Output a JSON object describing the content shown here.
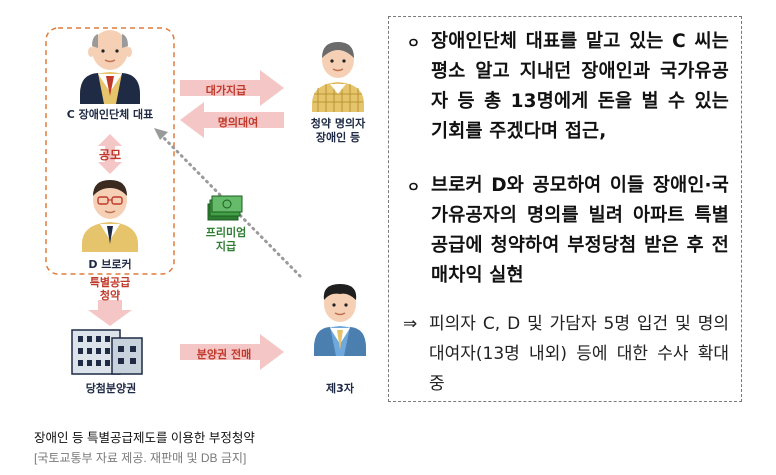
{
  "diagram": {
    "nodes": {
      "c_label": "C 장애인단체 대표",
      "d_label": "D 브로커",
      "holders_line1": "청약 명의자",
      "holders_line2": "장애인 등",
      "third_label": "제3자",
      "apartment_label": "당첨분양권"
    },
    "arrows": {
      "payment": "대가지급",
      "lend_name": "명의대여",
      "collusion": "공모",
      "special_line1": "특별공급",
      "special_line2": "청약",
      "resale": "분양권 전매",
      "premium_line1": "프리미엄",
      "premium_line2": "지급"
    },
    "colors": {
      "pink_arrow": "#f5c6c6",
      "dashed_box": "#e07a3a",
      "navy": "#1f2a44",
      "red_text": "#c0392b",
      "money_green": "#2e7d32"
    }
  },
  "panel": {
    "paragraph1": "장애인단체 대표를 맡고 있는 C 씨는 평소 알고 지내던 장애인과 국가유공자 등 총 13명에게 돈을 벌 수 있는 기회를 주겠다며 접근,",
    "paragraph2": "브로커 D와 공모하여 이들 장애인·국가유공자의 명의를 빌려 아파트 특별공급에 청약하여 부정당첨 받은 후 전매차익 실현",
    "bullet": "ㅇ",
    "arrow_symbol": "⇒",
    "note": "피의자 C, D 및 가담자 5명 입건 및 명의대여자(13명 내외) 등에 대한 수사 확대 중"
  },
  "caption": "장애인 등 특별공급제도를 이용한 부정청약",
  "credit": "[국토교통부 자료 제공. 재판매 및 DB 금지]"
}
